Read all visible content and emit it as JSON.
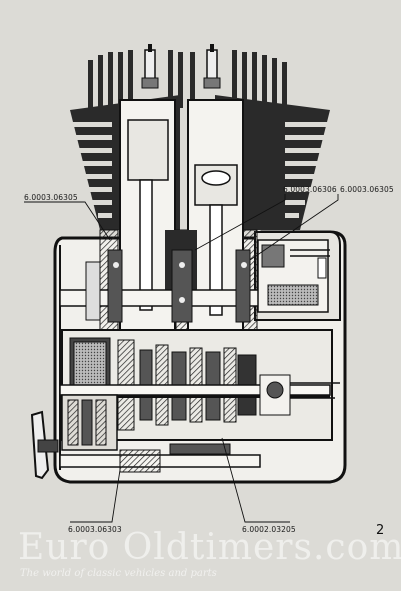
{
  "callouts": {
    "top_left": "6.0003.06305",
    "top_mid": "6.0003.06306",
    "top_right": "6.0003.06305",
    "bottom_left": "6.0003.06303",
    "bottom_right": "6.0002.03205"
  },
  "page_number": "2",
  "watermark": {
    "text": "Euro Oldtimers.com",
    "subtitle": "The world of classic vehicles and parts"
  },
  "colors": {
    "paper": "#dcdbd6",
    "ink": "#1a1a1a",
    "shade": "#555555",
    "light": "#eeeeea"
  }
}
